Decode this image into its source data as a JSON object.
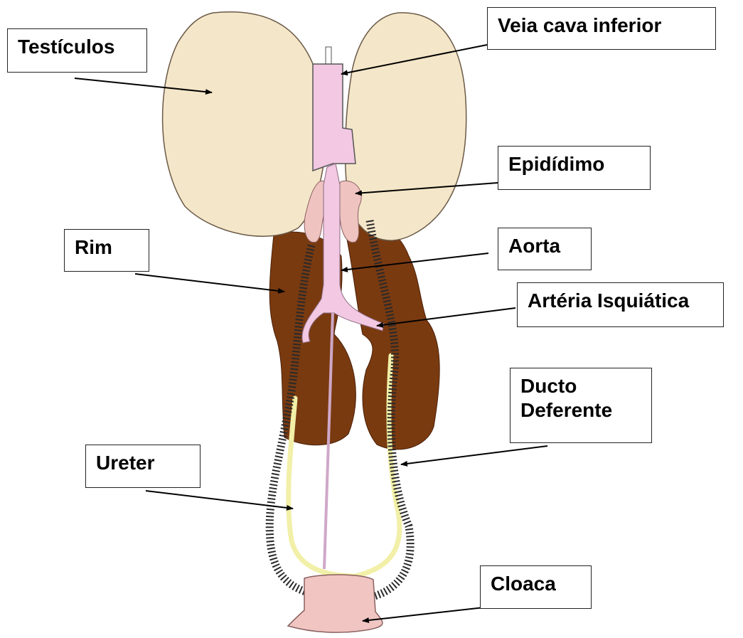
{
  "labels": {
    "testiculos": "Testículos",
    "veia_cava": "Veia cava inferior",
    "epididimo": "Epidídimo",
    "rim": "Rim",
    "aorta": "Aorta",
    "arteria": "Artéria Isquiática",
    "ducto_line1": "Ducto",
    "ducto_line2": "Deferente",
    "ureter": "Ureter",
    "cloaca": "Cloaca"
  },
  "colors": {
    "testis_fill": "#f4e6c8",
    "testis_stroke": "#6a5a48",
    "kidney_fill": "#7a3a10",
    "vessel_fill": "#f2c8e2",
    "epididymis_fill": "#efc3c0",
    "cloaca_fill": "#f1c6c2",
    "ureter_fill": "#f2f0a8"
  }
}
